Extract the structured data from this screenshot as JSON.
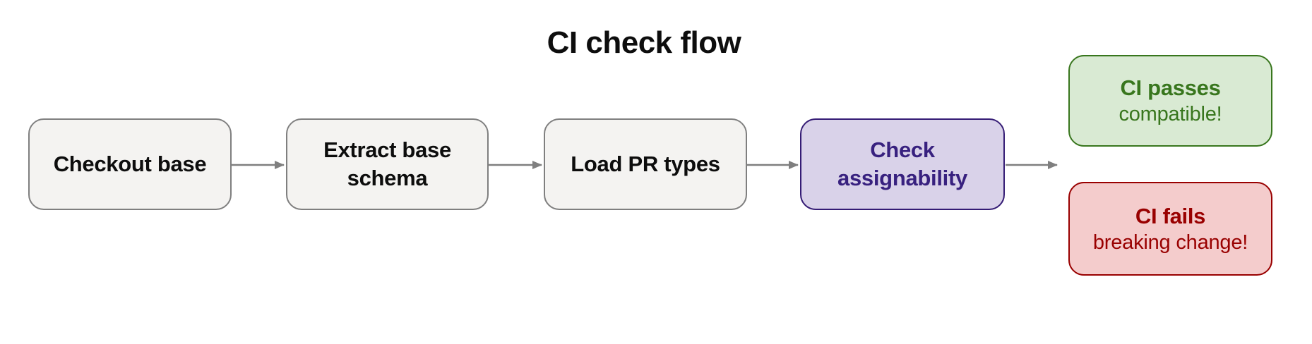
{
  "title": "CI check flow",
  "colors": {
    "canvas_bg": "#ffffff",
    "step_fill": "#f4f3f1",
    "step_border": "#7f7f7f",
    "step_text": "#0d0d0d",
    "highlight_fill": "#d9d2e9",
    "highlight_border": "#351c75",
    "highlight_text": "#38217f",
    "success_fill": "#d9ead3",
    "success_border": "#38761d",
    "success_text": "#38761d",
    "failure_fill": "#f4cccc",
    "failure_border": "#990000",
    "failure_text": "#990000",
    "arrow": "#7f7f7f"
  },
  "flow": {
    "nodes": [
      {
        "id": "checkout-base",
        "type": "step",
        "label": "Checkout base"
      },
      {
        "id": "extract-base-schema",
        "type": "step",
        "label": "Extract base schema"
      },
      {
        "id": "load-pr-types",
        "type": "step",
        "label": "Load PR types"
      },
      {
        "id": "check-assignability",
        "type": "highlight",
        "label": "Check assignability"
      },
      {
        "id": "ci-passes",
        "type": "success",
        "label": "CI passes",
        "sublabel": "compatible!"
      },
      {
        "id": "ci-fails",
        "type": "failure",
        "label": "CI fails",
        "sublabel": "breaking change!"
      }
    ],
    "edges": [
      {
        "from": "checkout-base",
        "to": "extract-base-schema"
      },
      {
        "from": "extract-base-schema",
        "to": "load-pr-types"
      },
      {
        "from": "load-pr-types",
        "to": "check-assignability"
      },
      {
        "from": "check-assignability",
        "to": "outcomes"
      }
    ]
  }
}
